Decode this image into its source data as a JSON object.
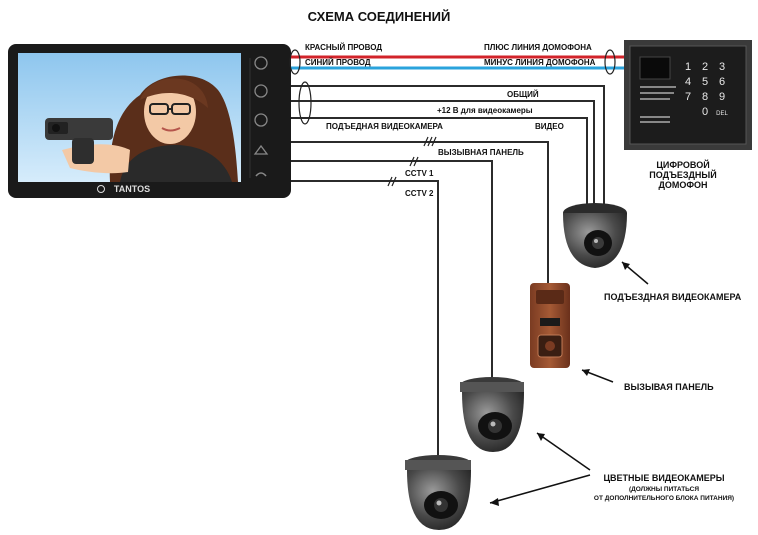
{
  "title": "СХЕМА СОЕДИНЕНИЙ",
  "monitor": {
    "brand": "TANTOS"
  },
  "wires": {
    "red_left": "КРАСНЫЙ  ПРОВОД",
    "blue_left": "СИНИЙ  ПРОВОД",
    "plus_line": "ПЛЮС  ЛИНИЯ ДОМОФОНА",
    "minus_line": "МИНУС ЛИНИЯ ДОМОФОНА",
    "common": "ОБЩИЙ",
    "power_12v": "+12 В для видеокамеры",
    "entrance_camera": "ПОДЪЕДНАЯ ВИДЕОКАМЕРА",
    "video": "ВИДЕО",
    "call_panel": "ВЫЗЫВНАЯ ПАНЕЛЬ",
    "cctv1": "CCTV 1",
    "cctv2": "CCTV 2"
  },
  "keypad": {
    "keys": [
      "1",
      "2",
      "3",
      "4",
      "5",
      "6",
      "7",
      "8",
      "9",
      "0",
      "DEL"
    ]
  },
  "labels": {
    "digital_intercom": [
      "ЦИФРОВОЙ",
      "ПОДЪЕЗДНЫЙ",
      "ДОМОФОН"
    ],
    "entrance_camera": "ПОДЪЕЗДНАЯ ВИДЕОКАМЕРА",
    "call_panel": "ВЫЗЫВАЯ ПАНЕЛЬ",
    "color_cameras": "ЦВЕТНЫЕ ВИДЕОКАМЕРЫ",
    "color_cameras_note1": "(ДОЛЖНЫ ПИТАТЬСЯ",
    "color_cameras_note2": "ОТ ДОПОЛНИТЕЛЬНОГО БЛОКА ПИТАНИЯ)"
  },
  "colors": {
    "red_wire": "#d2232a",
    "blue_wire": "#2aa3dc",
    "gray_wire": "#2b2b2b",
    "monitor_frame": "#1a1a1a"
  }
}
